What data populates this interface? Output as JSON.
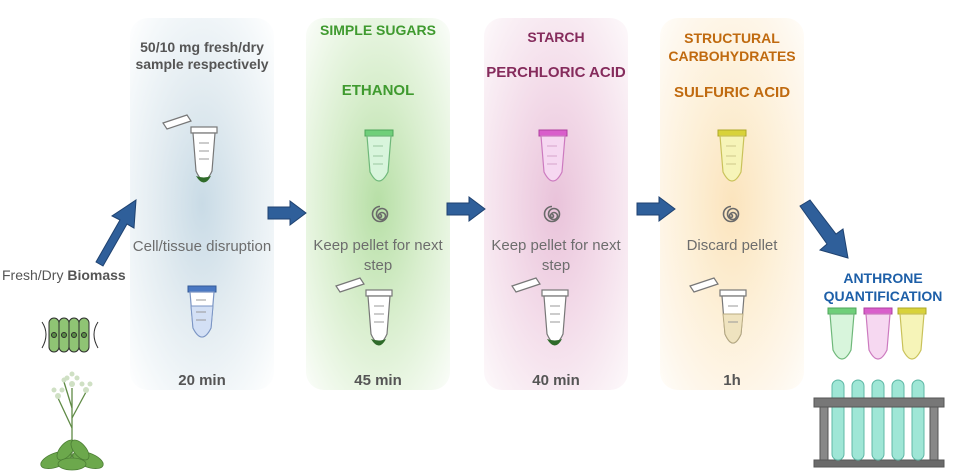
{
  "colors": {
    "step1": "#cfdfe8",
    "simple_sugars": "#3f9a2f",
    "starch": "#852b5c",
    "structural": "#c06a0f",
    "quantification": "#1d5fa8",
    "arrow": "#2f5f9a"
  },
  "input": {
    "label_plain": "Fresh/Dry ",
    "label_bold": "Biomass"
  },
  "step1": {
    "header": "50/10 mg fresh/dry sample respectively",
    "action": "Cell/tissue disruption",
    "time": "20 min"
  },
  "step2": {
    "category": "SIMPLE SUGARS",
    "reagent": "ETHANOL",
    "action": "Keep pellet for next step",
    "time": "45 min"
  },
  "step3": {
    "category": "STARCH",
    "reagent": "PERCHLORIC ACID",
    "action": "Keep pellet for next step",
    "time": "40 min"
  },
  "step4": {
    "category": "STRUCTURAL CARBOHYDRATES",
    "reagent": "SULFURIC ACID",
    "action": "Discard pellet",
    "time": "1h"
  },
  "output": {
    "title": "ANTHRONE QUANTIFICATION"
  },
  "icons": [
    "cell-cluster-icon",
    "plant-icon",
    "tube-icon",
    "centrifuge-spiral-icon",
    "arrow-icon",
    "test-tube-rack-icon"
  ]
}
